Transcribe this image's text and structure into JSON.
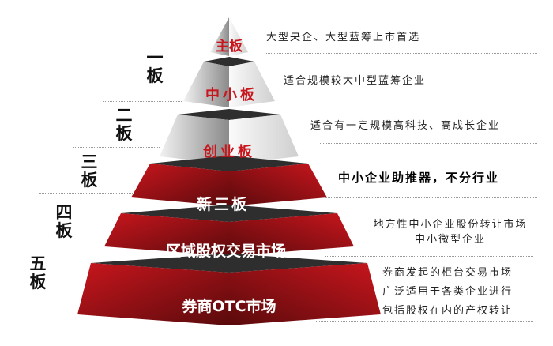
{
  "tiers": [
    {
      "name": "主板",
      "description": [
        "大型央企、大型蓝筹上市首选"
      ],
      "color": "grey"
    },
    {
      "name": "中小板",
      "description": [
        "适合规模较大中型蓝筹企业"
      ],
      "color": "grey"
    },
    {
      "name": "创业板",
      "description": [
        "适合有一定规模高科技、高成长企业"
      ],
      "color": "grey"
    },
    {
      "name": "新三板",
      "description": [
        "中小企业助推器，不分行业"
      ],
      "color": "red"
    },
    {
      "name": "区域股权交易市场",
      "description": [
        "地方性中小企业股份转让市场",
        "中小微型企业"
      ],
      "color": "red"
    },
    {
      "name": "券商OTC市场",
      "description": [
        "券商发起的柜台交易市场",
        "广泛适用于各类企业进行",
        "包括股权在内的产权转让"
      ],
      "color": "red"
    }
  ],
  "levels": [
    {
      "label": [
        "一",
        "板"
      ]
    },
    {
      "label": [
        "二",
        "板"
      ]
    },
    {
      "label": [
        "三",
        "板"
      ]
    },
    {
      "label": [
        "四",
        "板"
      ]
    },
    {
      "label": [
        "五",
        "板"
      ]
    }
  ],
  "colors": {
    "red": "#c8161d",
    "dark_red": "#5a0a0c",
    "grey_light": "#e6e6e6",
    "grey_dark": "#8a8a8a",
    "top_face": "#2e2e2e"
  }
}
